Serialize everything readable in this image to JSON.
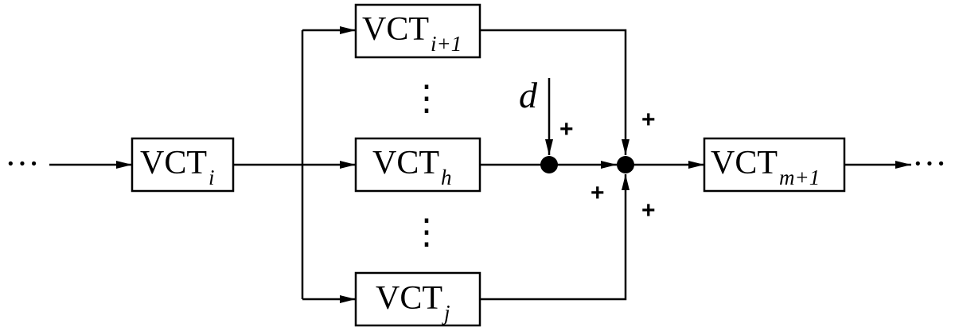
{
  "blocks": {
    "vct_i": {
      "main": "VCT",
      "sub": "i"
    },
    "vct_i1": {
      "main": "VCT",
      "sub": "i+1"
    },
    "vct_h": {
      "main": "VCT",
      "sub": "h"
    },
    "vct_j": {
      "main": "VCT",
      "sub": "j"
    },
    "vct_m1": {
      "main": "VCT",
      "sub": "m+1"
    }
  },
  "disturbance": {
    "label": "d"
  },
  "signs": {
    "d_input": "+",
    "h_input": "+",
    "top_input": "+",
    "bottom_input": "+"
  },
  "ellipsis": {
    "input": "···",
    "output": "···",
    "upper_vertical": "⋮",
    "lower_vertical": "⋮"
  },
  "colors": {
    "stroke": "#000000",
    "background": "#ffffff"
  }
}
